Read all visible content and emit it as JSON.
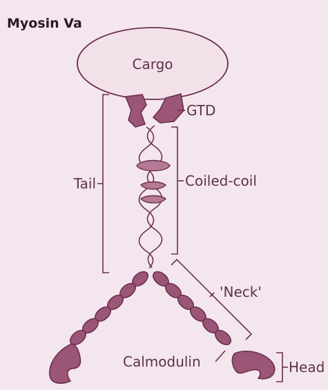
{
  "title": "Myosin Va",
  "labels": {
    "cargo": "Cargo",
    "gtd": "GTD",
    "coiled_coil": "Coiled-coil",
    "tail": "Tail",
    "neck": "'Neck'",
    "calmodulin": "Calmodulin",
    "head": "Head"
  },
  "colors": {
    "background": "#f4e6ee",
    "cargo_fill": "#f3e1ea",
    "protein_dark": "#9b5577",
    "protein_light": "#b67a97",
    "outline": "#6a2f4c"
  }
}
